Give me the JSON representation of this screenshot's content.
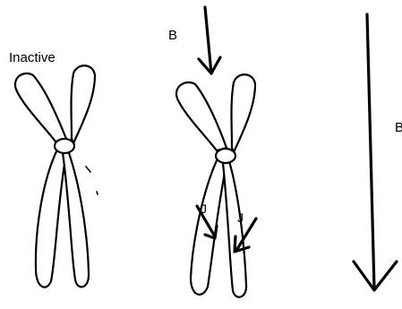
{
  "labels": {
    "inactive": "Inactive",
    "b_top": "B",
    "b_right": "B",
    "j_left": "J",
    "j_right": "J"
  },
  "colors": {
    "ink": "#000000",
    "background": "#ffffff"
  }
}
